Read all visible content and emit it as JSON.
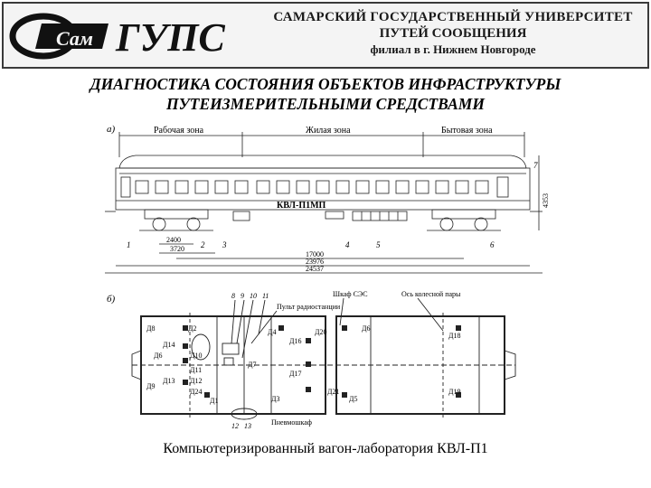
{
  "header": {
    "logo_text_left": "Сам",
    "logo_text_right": "ГУПС",
    "university_line1": "САМАРСКИЙ ГОСУДАРСТВЕННЫЙ УНИВЕРСИТЕТ",
    "university_line2": "ПУТЕЙ СООБЩЕНИЯ",
    "university_line3": "филиал в г. Нижнем Новгороде"
  },
  "slide": {
    "title_line1": "ДИАГНОСТИКА СОСТОЯНИЯ ОБЪЕКТОВ ИНФРАСТРУКТУРЫ",
    "title_line2": "ПУТЕИЗМЕРИТЕЛЬНЫМИ СРЕДСТВАМИ",
    "caption": "Компьютеризированный вагон-лаборатория КВЛ-П1"
  },
  "drawing_a": {
    "label": "а)",
    "zones": [
      "Рабочая зона",
      "Жилая зона",
      "Бытовая зона"
    ],
    "car_name": "КВЛ-П1МП",
    "height_dim": "4353",
    "dims": [
      "2400",
      "3720",
      "17000",
      "23976",
      "24537"
    ],
    "callouts": [
      "1",
      "2",
      "3",
      "4",
      "5",
      "6",
      "7"
    ]
  },
  "drawing_b": {
    "label": "б)",
    "top_callouts": [
      "8",
      "9",
      "10",
      "11"
    ],
    "bottom_callouts": [
      "12",
      "13"
    ],
    "labels": {
      "radio_console": "Пульт радиостанции",
      "power_cabinet": "Шкаф СЭС",
      "wheelset_axis": "Ось колесной пары",
      "pneumo_cabinet": "Пневмошкаф"
    },
    "sensors": [
      "Д8",
      "Д2",
      "Д14",
      "Д10",
      "Д6",
      "Д11",
      "Д13",
      "Д12",
      "Д9",
      "Д24",
      "Д1",
      "Д4",
      "Д7",
      "Д16",
      "Д3",
      "Д17",
      "Д20",
      "Д21",
      "Д5",
      "Д6",
      "Д18",
      "Д19"
    ]
  }
}
